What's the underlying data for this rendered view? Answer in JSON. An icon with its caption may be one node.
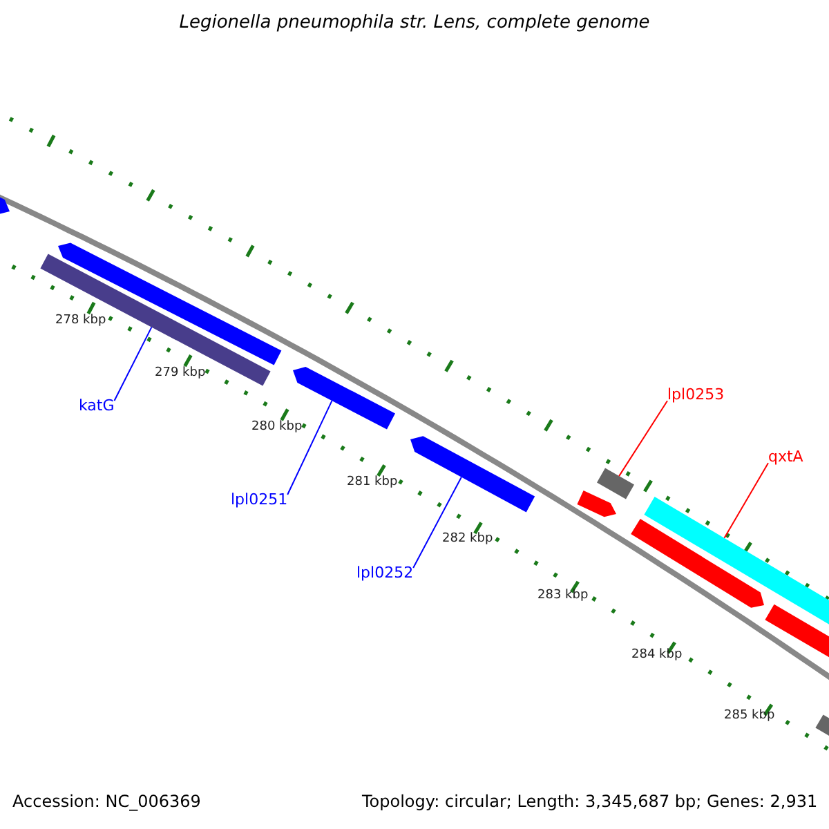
{
  "diagram": {
    "title": "Legionella pneumophila str. Lens, complete genome",
    "nodes": [
      {
        "text": [
          "katG"
        ]
      },
      {
        "text": [],
        "shape": "bar"
      },
      {
        "text": [
          "lpl0251"
        ]
      },
      {
        "text": [],
        "shape": "bar"
      },
      {
        "text": [
          "lpl0252"
        ]
      },
      {
        "text": [],
        "shape": "bar"
      },
      {
        "text": [
          "lpl0253"
        ]
      },
      {
        "text": [],
        "shape": "bar"
      },
      {
        "text": [
          "qxtA"
        ]
      },
      {
        "text": [],
        "shape": "bar"
      },
      {
        "text": [],
        "shape": "bar"
      },
      {
        "text": [],
        "shape": "bar"
      },
      {
        "text": [],
        "shape": "bar"
      },
      {
        "text": [],
        "shape": "bar"
      },
      {
        "text": [],
        "shape": "bar"
      },
      {
        "text": [],
        "shape": "bar"
      }
    ],
    "edges": [
      {
        "from": 0,
        "to": 1,
        "arrow": "none"
      },
      {
        "from": 2,
        "to": 3,
        "arrow": "none"
      },
      {
        "from": 4,
        "to": 5,
        "arrow": "none"
      },
      {
        "from": 6,
        "to": 7,
        "arrow": "none",
        "color": "#ff0000"
      },
      {
        "from": 8,
        "to": 9,
        "arrow": "none",
        "color": "#ff0000"
      }
    ],
    "labels": [
      "278 kbp",
      "279 kbp",
      "280 kbp",
      "281 kbp",
      "282 kbp",
      "283 kbp",
      "284 kbp",
      "285 kbp",
      "Accession: NC_006369",
      "Topology: circular; Length: 3,345,687 bp; Genes: 2,931"
    ]
  }
}
